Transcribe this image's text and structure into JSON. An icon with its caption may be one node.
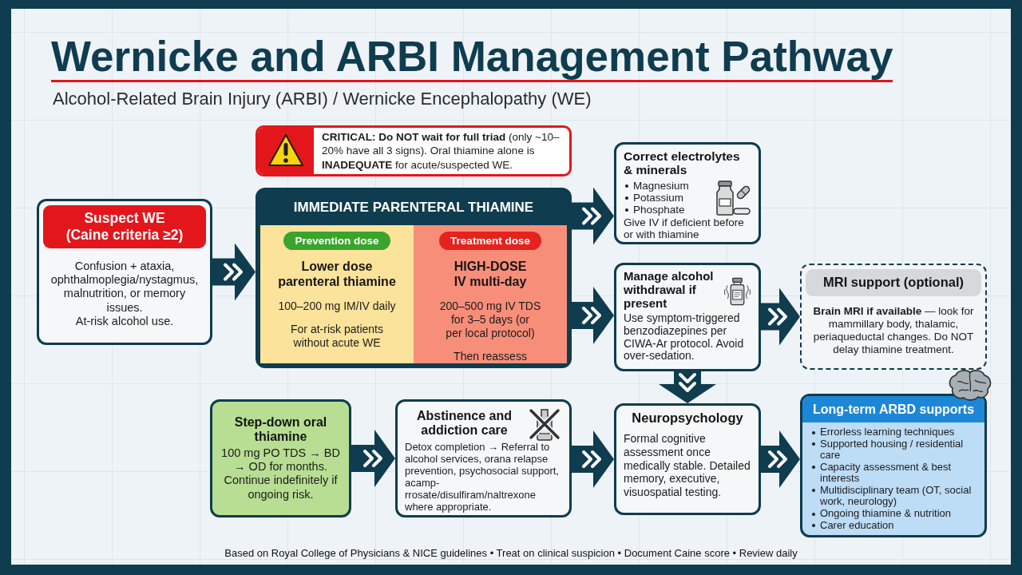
{
  "diagram": {
    "title": "Wernicke and ARBI Management Pathway",
    "caption": "Based on Royal College of Physicians & NICE guidelines • Treat on clinical suspicion • Document Caine score • Review daily",
    "nodes": [
      {
        "text": [
          "**CRITICAL: Do NOT wait for full triad** (only ~10–20% have all 3 signs). Oral thiamine alone is **INADEQUATE** for acute/suspected WE."
        ]
      },
      {
        "text": [
          "Suspect WE",
          "(Caine criteria ≥2)",
          "Confusion + ataxia, ophthalmoplegia/nystagmus, malnutrition, or memory issues.",
          "At-risk alcohol use."
        ]
      },
      {
        "text": [
          "IMMEDIATE PARENTERAL THIAMINE"
        ]
      },
      {
        "text": [
          "Lower dose parenteral thiamine",
          "100–200 mg IM/IV daily",
          "For at-risk patients without acute WE"
        ],
        "in": 2
      },
      {
        "text": [
          "Prevention dose"
        ],
        "in": 3
      },
      {
        "text": [
          "HIGH-DOSE IV multi-day",
          "200–500 mg IV TDS for 3–5 days (or per local protocol)",
          "Then reassess"
        ],
        "in": 2
      },
      {
        "text": [
          "Treatment dose"
        ],
        "in": 5
      },
      {
        "text": [
          "Correct electrolytes & minerals",
          "Magnesium",
          "Potassium",
          "Phosphate",
          "Give IV if deficient before or with thiamine"
        ]
      },
      {
        "text": [
          "Manage alcohol withdrawal if present",
          "Use symptom-triggered benzodiazepines per CIWA-Ar protocol. Avoid over-sedation."
        ]
      },
      {
        "text": [
          "MRI support (optional)",
          "**Brain MRI if available** — look for mammillary body, thalamic, periaqueductal changes. Do NOT delay thiamine treatment."
        ]
      },
      {
        "text": [
          "Step-down oral thiamine",
          "100 mg PO TDS → BD → OD for months.",
          "Continue indefinitely if ongoing risk."
        ]
      },
      {
        "text": [
          "Abstinence and addiction care",
          "Detox completion → Referral to alcohol services, orana relapse prevention, psychosocial support, acamp-rrosate/disulfiram/naltrexone where appropriate."
        ]
      },
      {
        "text": [
          "Neuropsychology",
          "Formal cognitive assessment once medically stable. Detailed memory, executive, visuospatial testing."
        ]
      },
      {
        "text": [
          "Long-term ARBD supports",
          "Errorless learning techniques",
          "Supported housing / residential care",
          "Capacity assessment & best interests",
          "Multidisciplinary team (OT, social work, neurology)",
          "Ongoing thiamine & nutrition",
          "Carer education"
        ]
      }
    ],
    "edges": [
      {
        "from": 1,
        "to": 2,
        "arrow": "to"
      },
      {
        "from": 2,
        "to": 7,
        "arrow": "to"
      },
      {
        "from": 2,
        "to": 8,
        "arrow": "to"
      },
      {
        "from": 8,
        "to": 9,
        "arrow": "to"
      },
      {
        "from": 8,
        "to": 12,
        "arrow": "to"
      },
      {
        "from": 10,
        "to": 11,
        "arrow": "to"
      },
      {
        "from": 11,
        "to": 12,
        "arrow": "to"
      },
      {
        "from": 12,
        "to": 13,
        "arrow": "to"
      }
    ],
    "labels": [
      "Alcohol-Related Brain Injury (ARBI) / Wernicke Encephalopathy (WE)"
    ]
  }
}
